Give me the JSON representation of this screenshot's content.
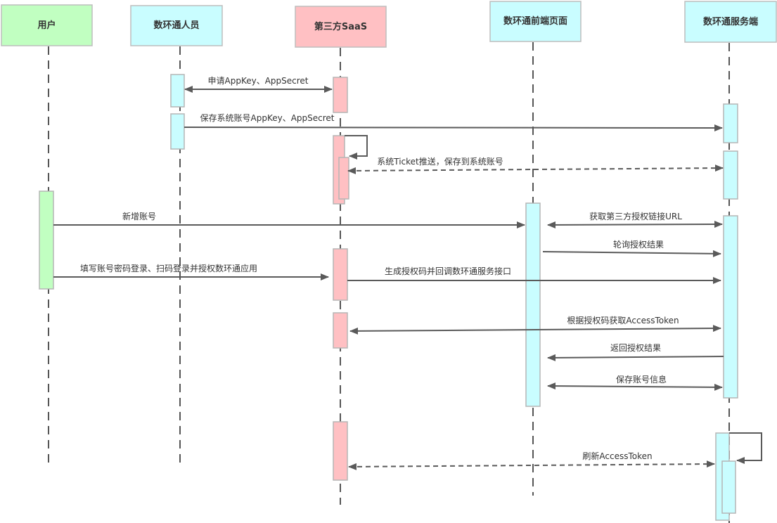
{
  "diagram": {
    "actors": [
      {
        "id": "user",
        "label": "用户",
        "color": "#c1ffc1"
      },
      {
        "id": "staff",
        "label": "数环通人员",
        "color": "#c9fdff"
      },
      {
        "id": "saas",
        "label": "第三方SaaS",
        "color": "#ffc0c3"
      },
      {
        "id": "frontend",
        "label": "数环通前端页面",
        "color": "#c9fdff"
      },
      {
        "id": "server",
        "label": "数环通服务端",
        "color": "#c9fdff"
      }
    ],
    "messages": [
      {
        "from": "staff",
        "to": "saas",
        "label": "申请AppKey、AppSecret",
        "style": "solid",
        "bidirectional": true
      },
      {
        "from": "staff",
        "to": "server",
        "label": "保存系统账号AppKey、AppSecret",
        "style": "solid",
        "bidirectional": false
      },
      {
        "from": "saas",
        "to": "saas",
        "label": "",
        "style": "self",
        "bidirectional": false
      },
      {
        "from": "saas",
        "to": "server",
        "label": "系统Ticket推送，保存到系统账号",
        "style": "dashed",
        "bidirectional": true
      },
      {
        "from": "user",
        "to": "frontend",
        "label": "新增账号",
        "style": "solid",
        "bidirectional": false
      },
      {
        "from": "frontend",
        "to": "server",
        "label": "获取第三方授权链接URL",
        "style": "solid",
        "bidirectional": true
      },
      {
        "from": "frontend",
        "to": "server",
        "label": "轮询授权结果",
        "style": "solid",
        "bidirectional": false
      },
      {
        "from": "user",
        "to": "saas",
        "label": "填写账号密码登录、扫码登录并授权数环通应用",
        "style": "solid",
        "bidirectional": false
      },
      {
        "from": "saas",
        "to": "server",
        "label": "生成授权码并回调数环通服务接口",
        "style": "solid",
        "bidirectional": false
      },
      {
        "from": "saas",
        "to": "server",
        "label": "根据授权码获取AccessToken",
        "style": "solid",
        "bidirectional": true
      },
      {
        "from": "server",
        "to": "frontend",
        "label": "返回授权结果",
        "style": "solid",
        "bidirectional": false
      },
      {
        "from": "frontend",
        "to": "server",
        "label": "保存账号信息",
        "style": "solid",
        "bidirectional": true
      },
      {
        "from": "server",
        "to": "server",
        "label": "",
        "style": "self",
        "bidirectional": false
      },
      {
        "from": "server",
        "to": "saas",
        "label": "刷新AccessToken",
        "style": "dashed",
        "bidirectional": true
      }
    ]
  }
}
